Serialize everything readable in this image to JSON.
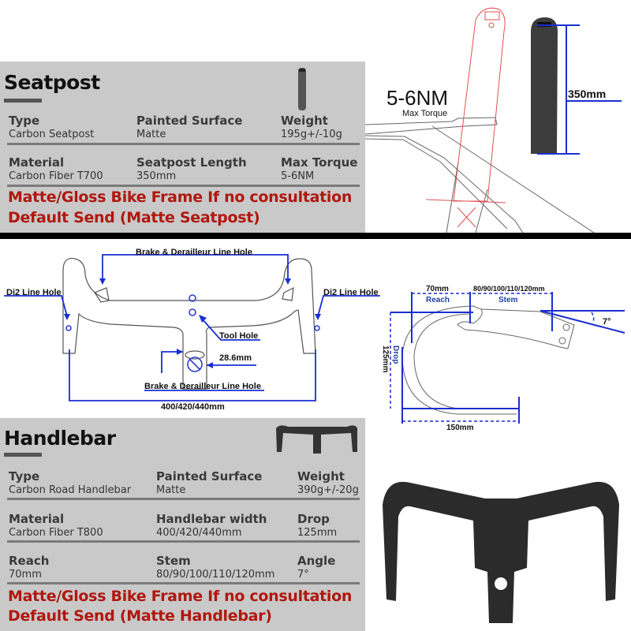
{
  "seatpost": {
    "title": "Seatpost",
    "specs": [
      {
        "label": "Type",
        "value": "Carbon Seatpost"
      },
      {
        "label": "Painted Surface",
        "value": "Matte"
      },
      {
        "label": "Weight",
        "value": "195g+/-10g"
      },
      {
        "label": "Material",
        "value": "Carbon Fiber T700"
      },
      {
        "label": "Seatpost Length",
        "value": "350mm"
      },
      {
        "label": "Max Torque",
        "value": "5-6NM"
      }
    ],
    "notice_line1": "Matte/Gloss Bike Frame If no consultation",
    "notice_line2": "Default Send (Matte Seatpost)",
    "diagram": {
      "torque": "5-6NM",
      "torque_label": "Max Torque",
      "length": "350mm"
    }
  },
  "handlebar": {
    "title": "Handlebar",
    "specs": [
      {
        "label": "Type",
        "value": "Carbon Road Handlebar"
      },
      {
        "label": "Painted Surface",
        "value": "Matte"
      },
      {
        "label": "Weight",
        "value": "390g+/-20g"
      },
      {
        "label": "Material",
        "value": "Carbon Fiber T800"
      },
      {
        "label": "Handlebar width",
        "value": "400/420/440mm"
      },
      {
        "label": "Drop",
        "value": "125mm"
      },
      {
        "label": "Reach",
        "value": "70mm"
      },
      {
        "label": "Stem",
        "value": "80/90/100/110/120mm"
      },
      {
        "label": "Angle",
        "value": "7°"
      }
    ],
    "notice_line1": "Matte/Gloss Bike Frame If no consultation",
    "notice_line2": "Default Send (Matte Handlebar)",
    "front_diagram": {
      "brake_top": "Brake & Derailleur Line Hole",
      "di2_left": "Di2 Line Hole",
      "di2_right": "Di2 Line Hole",
      "tool_hole": "Tool Hole",
      "clamp": "28.6mm",
      "brake_bottom": "Brake & Derailleur Line Hole",
      "width": "400/420/440mm"
    },
    "side_diagram": {
      "reach_value": "70mm",
      "reach_label": "Reach",
      "stem_value": "80/90/100/110/120mm",
      "stem_label": "Stem",
      "angle": "7°",
      "drop_label": "Drop",
      "drop_value": "125mm",
      "width_value": "150mm"
    }
  },
  "colors": {
    "panel": "#c9c9c9",
    "notice": "#b0170f",
    "dimension": "#1a2fd0"
  }
}
